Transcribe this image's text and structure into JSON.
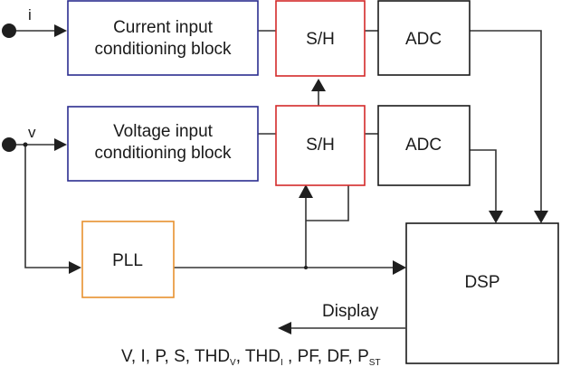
{
  "inputs": {
    "current": "i",
    "voltage": "v"
  },
  "blocks": {
    "current_cond": {
      "line1": "Current input",
      "line2": "conditioning block",
      "color": "#2b2d8f"
    },
    "voltage_cond": {
      "line1": "Voltage input",
      "line2": "conditioning block",
      "color": "#2b2d8f"
    },
    "sh_top": {
      "label": "S/H",
      "color": "#d42a2a"
    },
    "sh_bottom": {
      "label": "S/H",
      "color": "#d42a2a"
    },
    "adc_top": {
      "label": "ADC",
      "color": "#1a1a1a"
    },
    "adc_bottom": {
      "label": "ADC",
      "color": "#1a1a1a"
    },
    "pll": {
      "label": "PLL",
      "color": "#e8912f"
    },
    "dsp": {
      "label": "DSP",
      "color": "#1a1a1a"
    }
  },
  "output": {
    "label": "Display",
    "quantities": [
      {
        "main": "V, I, P, S, THD",
        "sub": ""
      },
      {
        "main": "",
        "sub": "V"
      },
      {
        "main": ", THD",
        "sub": ""
      },
      {
        "main": "",
        "sub": "I"
      },
      {
        "main": " , PF, DF, P",
        "sub": ""
      },
      {
        "main": "",
        "sub": "ST"
      }
    ]
  }
}
